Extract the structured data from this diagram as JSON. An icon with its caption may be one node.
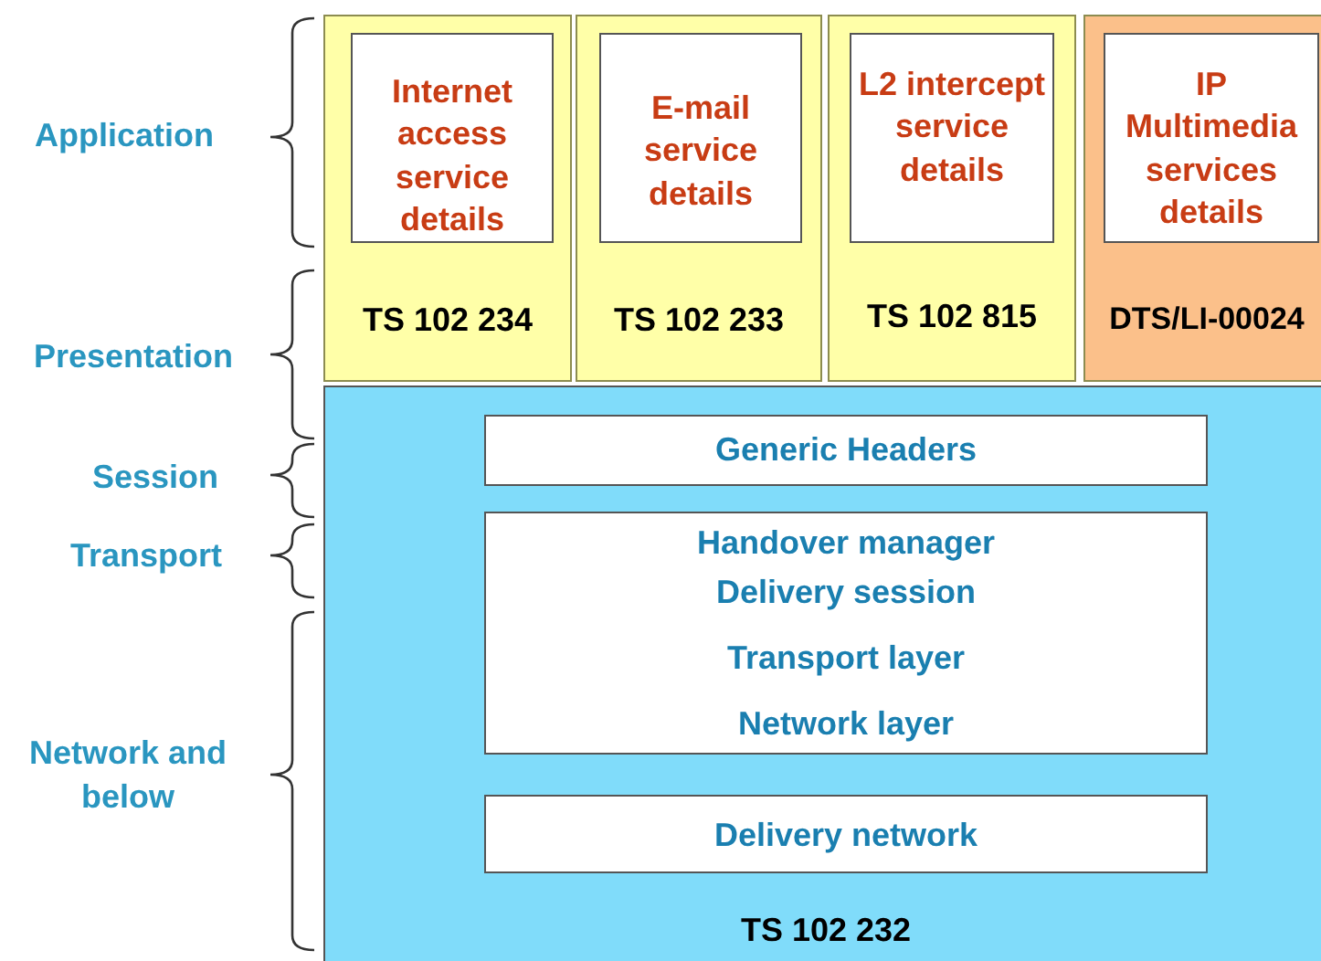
{
  "diagram": {
    "nodes": [
      {
        "text": [
          "TS 102 234"
        ]
      },
      {
        "text": [
          "Internet access service details"
        ],
        "in": 0
      },
      {
        "text": [
          "TS 102 233"
        ]
      },
      {
        "text": [
          "E-mail service details"
        ],
        "in": 2
      },
      {
        "text": [
          "TS 102 815"
        ]
      },
      {
        "text": [
          "L2 intercept service details"
        ],
        "in": 4
      },
      {
        "text": [
          "DTS/LI-00024"
        ]
      },
      {
        "text": [
          "IP Multimedia services details"
        ],
        "in": 6
      },
      {
        "text": [
          "TS 102 232"
        ]
      },
      {
        "text": [
          "Generic Headers"
        ],
        "in": 8
      },
      {
        "text": [
          "Handover manager",
          "Delivery session",
          "Transport layer",
          "Network layer"
        ],
        "in": 8
      },
      {
        "text": [
          "Delivery network"
        ],
        "in": 8
      }
    ],
    "labels": [
      "Application",
      "Presentation",
      "Session",
      "Transport",
      "Network and below"
    ]
  }
}
